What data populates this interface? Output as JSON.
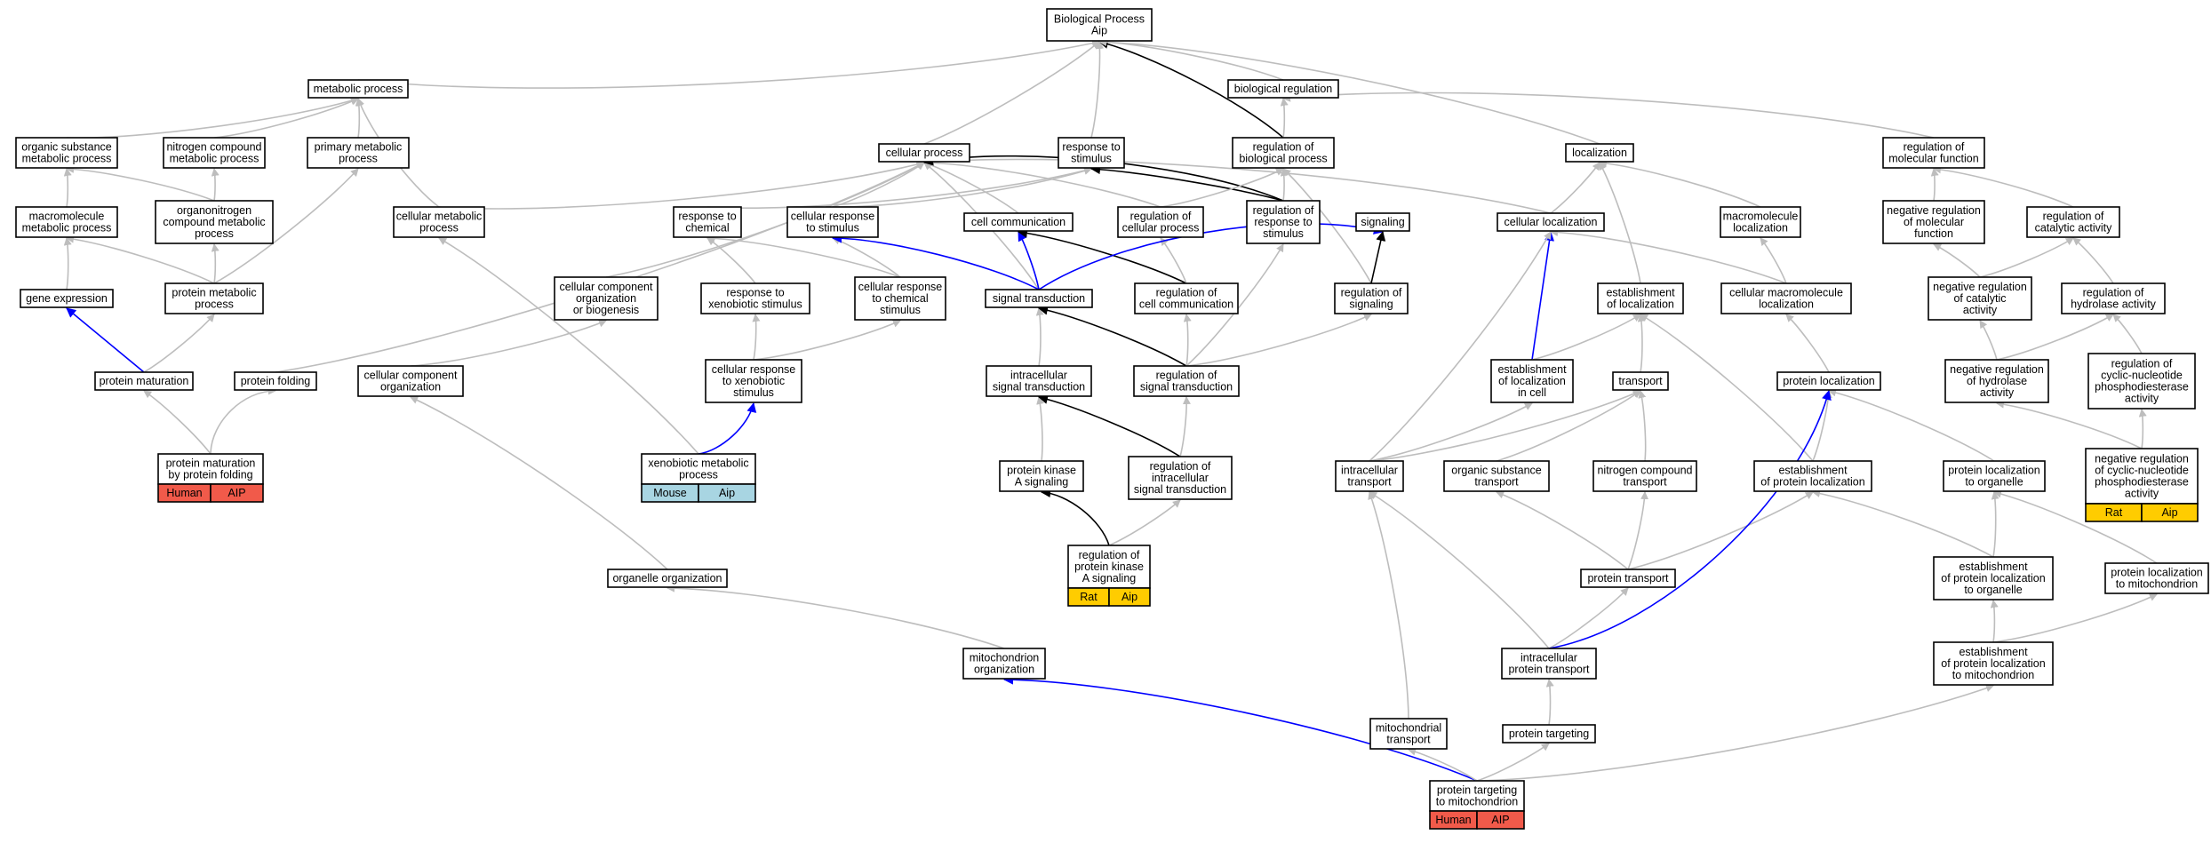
{
  "colors": {
    "grey": "#bdbdbd",
    "black": "#000000",
    "blue": "#0000ff",
    "human": "#f15a4a",
    "mouse": "#a8d5e2",
    "rat": "#ffcc00"
  },
  "nodes": [
    {
      "id": "bp",
      "lines": [
        "Biological Process",
        "Aip"
      ]
    },
    {
      "id": "metab",
      "lines": [
        "metabolic process"
      ]
    },
    {
      "id": "bioreg",
      "lines": [
        "biological regulation"
      ]
    },
    {
      "id": "orgsub",
      "lines": [
        "organic substance",
        "metabolic process"
      ]
    },
    {
      "id": "nitro",
      "lines": [
        "nitrogen compound",
        "metabolic process"
      ]
    },
    {
      "id": "primary",
      "lines": [
        "primary metabolic",
        "process"
      ]
    },
    {
      "id": "cellproc",
      "lines": [
        "cellular process"
      ]
    },
    {
      "id": "respstim",
      "lines": [
        "response to",
        "stimulus"
      ]
    },
    {
      "id": "regbio",
      "lines": [
        "regulation of",
        "biological process"
      ]
    },
    {
      "id": "localization",
      "lines": [
        "localization"
      ]
    },
    {
      "id": "regmol",
      "lines": [
        "regulation of",
        "molecular function"
      ]
    },
    {
      "id": "macromet",
      "lines": [
        "macromolecule",
        "metabolic process"
      ]
    },
    {
      "id": "organonitro",
      "lines": [
        "organonitrogen",
        "compound metabolic",
        "process"
      ]
    },
    {
      "id": "cellmetab",
      "lines": [
        "cellular metabolic",
        "process"
      ]
    },
    {
      "id": "respchem",
      "lines": [
        "response to",
        "chemical"
      ]
    },
    {
      "id": "cellresp",
      "lines": [
        "cellular response",
        "to stimulus"
      ]
    },
    {
      "id": "cellcomm",
      "lines": [
        "cell communication"
      ]
    },
    {
      "id": "regcell",
      "lines": [
        "regulation of",
        "cellular process"
      ]
    },
    {
      "id": "regresp",
      "lines": [
        "regulation of",
        "response to",
        "stimulus"
      ]
    },
    {
      "id": "signaling",
      "lines": [
        "signaling"
      ]
    },
    {
      "id": "cellloc",
      "lines": [
        "cellular localization"
      ]
    },
    {
      "id": "macroloc",
      "lines": [
        "macromolecule",
        "localization"
      ]
    },
    {
      "id": "negregmol",
      "lines": [
        "negative regulation",
        "of molecular",
        "function"
      ]
    },
    {
      "id": "regcat",
      "lines": [
        "regulation of",
        "catalytic activity"
      ]
    },
    {
      "id": "geneexp",
      "lines": [
        "gene expression"
      ]
    },
    {
      "id": "protmetab",
      "lines": [
        "protein metabolic",
        "process"
      ]
    },
    {
      "id": "ccorgbio",
      "lines": [
        "cellular component",
        "organization",
        "or biogenesis"
      ]
    },
    {
      "id": "respxeno",
      "lines": [
        "response to",
        "xenobiotic stimulus"
      ]
    },
    {
      "id": "cellrespchem",
      "lines": [
        "cellular response",
        "to chemical",
        "stimulus"
      ]
    },
    {
      "id": "sigtrans",
      "lines": [
        "signal transduction"
      ]
    },
    {
      "id": "regcellcomm",
      "lines": [
        "regulation of",
        "cell communication"
      ]
    },
    {
      "id": "regsig",
      "lines": [
        "regulation of",
        "signaling"
      ]
    },
    {
      "id": "estloc",
      "lines": [
        "establishment",
        "of localization"
      ]
    },
    {
      "id": "cellmacroloc",
      "lines": [
        "cellular macromolecule",
        "localization"
      ]
    },
    {
      "id": "negregcat",
      "lines": [
        "negative regulation",
        "of catalytic",
        "activity"
      ]
    },
    {
      "id": "reghydro",
      "lines": [
        "regulation of",
        "hydrolase activity"
      ]
    },
    {
      "id": "protmat",
      "lines": [
        "protein maturation"
      ]
    },
    {
      "id": "protfold",
      "lines": [
        "protein folding"
      ]
    },
    {
      "id": "ccorg",
      "lines": [
        "cellular component",
        "organization"
      ]
    },
    {
      "id": "cellrespxeno",
      "lines": [
        "cellular response",
        "to xenobiotic",
        "stimulus"
      ]
    },
    {
      "id": "intrasig",
      "lines": [
        "intracellular",
        "signal transduction"
      ]
    },
    {
      "id": "regsigtrans",
      "lines": [
        "regulation of",
        "signal transduction"
      ]
    },
    {
      "id": "estlocincell",
      "lines": [
        "establishment",
        "of localization",
        "in cell"
      ]
    },
    {
      "id": "transport",
      "lines": [
        "transport"
      ]
    },
    {
      "id": "protloc",
      "lines": [
        "protein localization"
      ]
    },
    {
      "id": "negreghydro",
      "lines": [
        "negative regulation",
        "of hydrolase",
        "activity"
      ]
    },
    {
      "id": "regcnpde",
      "lines": [
        "regulation of",
        "cyclic-nucleotide",
        "phosphodiesterase",
        "activity"
      ]
    },
    {
      "id": "protmatfold",
      "lines": [
        "protein maturation",
        "by protein folding"
      ],
      "tags": [
        {
          "text": "Human",
          "color": "human"
        },
        {
          "text": "AIP",
          "color": "human"
        }
      ]
    },
    {
      "id": "xeno",
      "lines": [
        "xenobiotic metabolic",
        "process"
      ],
      "tags": [
        {
          "text": "Mouse",
          "color": "mouse"
        },
        {
          "text": "Aip",
          "color": "mouse"
        }
      ]
    },
    {
      "id": "pka",
      "lines": [
        "protein kinase",
        "A signaling"
      ]
    },
    {
      "id": "regintrasig",
      "lines": [
        "regulation of",
        "intracellular",
        "signal transduction"
      ]
    },
    {
      "id": "intratrans",
      "lines": [
        "intracellular",
        "transport"
      ]
    },
    {
      "id": "orgsubtrans",
      "lines": [
        "organic substance",
        "transport"
      ]
    },
    {
      "id": "nitrotrans",
      "lines": [
        "nitrogen compound",
        "transport"
      ]
    },
    {
      "id": "estprotloc",
      "lines": [
        "establishment",
        "of protein localization"
      ]
    },
    {
      "id": "protlocorg",
      "lines": [
        "protein localization",
        "to organelle"
      ]
    },
    {
      "id": "negregcnpde",
      "lines": [
        "negative regulation",
        "of cyclic-nucleotide",
        "phosphodiesterase",
        "activity"
      ],
      "tags": [
        {
          "text": "Rat",
          "color": "rat"
        },
        {
          "text": "Aip",
          "color": "rat"
        }
      ]
    },
    {
      "id": "regpka",
      "lines": [
        "regulation of",
        "protein kinase",
        "A signaling"
      ],
      "tags": [
        {
          "text": "Rat",
          "color": "rat"
        },
        {
          "text": "Aip",
          "color": "rat"
        }
      ]
    },
    {
      "id": "orgorg",
      "lines": [
        "organelle organization"
      ]
    },
    {
      "id": "prottrans",
      "lines": [
        "protein transport"
      ]
    },
    {
      "id": "estprotlocorg",
      "lines": [
        "establishment",
        "of protein localization",
        "to organelle"
      ]
    },
    {
      "id": "protlocmito",
      "lines": [
        "protein localization",
        "to mitochondrion"
      ]
    },
    {
      "id": "mitoorg",
      "lines": [
        "mitochondrion",
        "organization"
      ]
    },
    {
      "id": "intraprot",
      "lines": [
        "intracellular",
        "protein transport"
      ]
    },
    {
      "id": "estprotlocmito",
      "lines": [
        "establishment",
        "of protein localization",
        "to mitochondrion"
      ]
    },
    {
      "id": "mitotrans",
      "lines": [
        "mitochondrial",
        "transport"
      ]
    },
    {
      "id": "prottarget",
      "lines": [
        "protein targeting"
      ]
    },
    {
      "id": "prottargetmito",
      "lines": [
        "protein targeting",
        "to mitochondrion"
      ],
      "tags": [
        {
          "text": "Human",
          "color": "human"
        },
        {
          "text": "AIP",
          "color": "human"
        }
      ]
    }
  ],
  "edges": [
    [
      "metab",
      "bp",
      "grey"
    ],
    [
      "cellproc",
      "bp",
      "grey"
    ],
    [
      "respstim",
      "bp",
      "grey"
    ],
    [
      "regbio",
      "bp",
      "black"
    ],
    [
      "bioreg",
      "bp",
      "grey"
    ],
    [
      "localization",
      "bp",
      "grey"
    ],
    [
      "regbio",
      "bioreg",
      "grey"
    ],
    [
      "regmol",
      "bioreg",
      "grey"
    ],
    [
      "orgsub",
      "metab",
      "grey"
    ],
    [
      "nitro",
      "metab",
      "grey"
    ],
    [
      "primary",
      "metab",
      "grey"
    ],
    [
      "cellmetab",
      "metab",
      "grey"
    ],
    [
      "macromet",
      "orgsub",
      "grey"
    ],
    [
      "organonitro",
      "orgsub",
      "grey"
    ],
    [
      "organonitro",
      "nitro",
      "grey"
    ],
    [
      "protmetab",
      "primary",
      "grey"
    ],
    [
      "cellmetab",
      "cellproc",
      "grey"
    ],
    [
      "cellresp",
      "cellproc",
      "grey"
    ],
    [
      "cellcomm",
      "cellproc",
      "grey"
    ],
    [
      "regcell",
      "cellproc",
      "grey"
    ],
    [
      "sigtrans",
      "cellproc",
      "grey"
    ],
    [
      "ccorgbio",
      "cellproc",
      "grey"
    ],
    [
      "protfold",
      "cellproc",
      "grey"
    ],
    [
      "cellloc",
      "cellproc",
      "grey"
    ],
    [
      "regresp",
      "cellproc",
      "black"
    ],
    [
      "respchem",
      "respstim",
      "grey"
    ],
    [
      "cellresp",
      "respstim",
      "grey"
    ],
    [
      "regresp",
      "respstim",
      "black"
    ],
    [
      "regcell",
      "regbio",
      "grey"
    ],
    [
      "regresp",
      "regbio",
      "grey"
    ],
    [
      "regsig",
      "regbio",
      "grey"
    ],
    [
      "cellloc",
      "localization",
      "grey"
    ],
    [
      "macroloc",
      "localization",
      "grey"
    ],
    [
      "estloc",
      "localization",
      "grey"
    ],
    [
      "negregmol",
      "regmol",
      "grey"
    ],
    [
      "regcat",
      "regmol",
      "grey"
    ],
    [
      "geneexp",
      "macromet",
      "grey"
    ],
    [
      "protmetab",
      "macromet",
      "grey"
    ],
    [
      "protmetab",
      "organonitro",
      "grey"
    ],
    [
      "xeno",
      "cellmetab",
      "grey"
    ],
    [
      "respxeno",
      "respchem",
      "grey"
    ],
    [
      "cellrespchem",
      "respchem",
      "grey"
    ],
    [
      "cellrespchem",
      "cellresp",
      "grey"
    ],
    [
      "sigtrans",
      "cellresp",
      "blue"
    ],
    [
      "sigtrans",
      "cellcomm",
      "blue"
    ],
    [
      "regcellcomm",
      "cellcomm",
      "black"
    ],
    [
      "regcellcomm",
      "regcell",
      "grey"
    ],
    [
      "regsigtrans",
      "regresp",
      "grey"
    ],
    [
      "sigtrans",
      "signaling",
      "blue"
    ],
    [
      "regsig",
      "signaling",
      "black"
    ],
    [
      "estlocincell",
      "cellloc",
      "blue"
    ],
    [
      "intratrans",
      "cellloc",
      "grey"
    ],
    [
      "cellmacroloc",
      "cellloc",
      "grey"
    ],
    [
      "cellmacroloc",
      "macroloc",
      "grey"
    ],
    [
      "negregcat",
      "negregmol",
      "grey"
    ],
    [
      "negregcat",
      "regcat",
      "grey"
    ],
    [
      "reghydro",
      "regcat",
      "grey"
    ],
    [
      "protmat",
      "geneexp",
      "blue"
    ],
    [
      "protmat",
      "protmetab",
      "grey"
    ],
    [
      "ccorg",
      "ccorgbio",
      "grey"
    ],
    [
      "cellrespxeno",
      "respxeno",
      "grey"
    ],
    [
      "cellrespxeno",
      "cellrespchem",
      "grey"
    ],
    [
      "intrasig",
      "sigtrans",
      "grey"
    ],
    [
      "regsigtrans",
      "sigtrans",
      "black"
    ],
    [
      "regsigtrans",
      "regcellcomm",
      "grey"
    ],
    [
      "regsigtrans",
      "regsig",
      "grey"
    ],
    [
      "estlocincell",
      "estloc",
      "grey"
    ],
    [
      "transport",
      "estloc",
      "grey"
    ],
    [
      "estprotloc",
      "estloc",
      "grey"
    ],
    [
      "protloc",
      "cellmacroloc",
      "grey"
    ],
    [
      "negreghydro",
      "negregcat",
      "grey"
    ],
    [
      "negreghydro",
      "reghydro",
      "grey"
    ],
    [
      "regcnpde",
      "reghydro",
      "grey"
    ],
    [
      "protmatfold",
      "protmat",
      "grey"
    ],
    [
      "protmatfold",
      "protfold",
      "grey"
    ],
    [
      "orgorg",
      "ccorg",
      "grey"
    ],
    [
      "xeno",
      "cellrespxeno",
      "blue"
    ],
    [
      "pka",
      "intrasig",
      "grey"
    ],
    [
      "regintrasig",
      "intrasig",
      "black"
    ],
    [
      "regintrasig",
      "regsigtrans",
      "grey"
    ],
    [
      "intratrans",
      "estlocincell",
      "grey"
    ],
    [
      "intratrans",
      "transport",
      "grey"
    ],
    [
      "orgsubtrans",
      "transport",
      "grey"
    ],
    [
      "nitrotrans",
      "transport",
      "grey"
    ],
    [
      "estprotloc",
      "protloc",
      "grey"
    ],
    [
      "protlocorg",
      "protloc",
      "grey"
    ],
    [
      "negregcnpde",
      "negreghydro",
      "grey"
    ],
    [
      "negregcnpde",
      "regcnpde",
      "grey"
    ],
    [
      "regpka",
      "pka",
      "black"
    ],
    [
      "regpka",
      "regintrasig",
      "grey"
    ],
    [
      "mitoorg",
      "orgorg",
      "grey"
    ],
    [
      "prottrans",
      "orgsubtrans",
      "grey"
    ],
    [
      "prottrans",
      "nitrotrans",
      "grey"
    ],
    [
      "prottrans",
      "estprotloc",
      "grey"
    ],
    [
      "intraprot",
      "prottrans",
      "grey"
    ],
    [
      "intraprot",
      "intratrans",
      "grey"
    ],
    [
      "intraprot",
      "protloc",
      "blue"
    ],
    [
      "estprotlocorg",
      "estprotloc",
      "grey"
    ],
    [
      "estprotlocorg",
      "protlocorg",
      "grey"
    ],
    [
      "protlocmito",
      "protlocorg",
      "grey"
    ],
    [
      "estprotlocmito",
      "estprotlocorg",
      "grey"
    ],
    [
      "estprotlocmito",
      "protlocmito",
      "grey"
    ],
    [
      "mitotrans",
      "intratrans",
      "grey"
    ],
    [
      "prottarget",
      "intraprot",
      "grey"
    ],
    [
      "prottargetmito",
      "mitoorg",
      "blue"
    ],
    [
      "prottargetmito",
      "mitotrans",
      "grey"
    ],
    [
      "prottargetmito",
      "prottarget",
      "grey"
    ],
    [
      "prottargetmito",
      "estprotlocmito",
      "grey"
    ]
  ]
}
